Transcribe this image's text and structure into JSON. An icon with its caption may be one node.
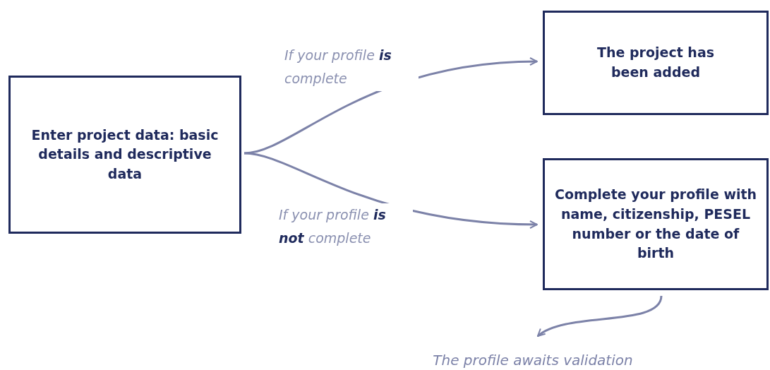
{
  "diagram": {
    "nodes": [
      {
        "text": [
          "Enter project data: basic details and descriptive data"
        ]
      },
      {
        "text": [
          "The project has been added"
        ]
      },
      {
        "text": [
          "Complete your profile with name, citizenship, PESEL number or the date of birth"
        ]
      },
      {
        "text": [
          "The profile awaits validation"
        ]
      }
    ],
    "edges": [
      {
        "from": 0,
        "to": 1,
        "arrow": "to",
        "label": "If your profile **is** complete"
      },
      {
        "from": 0,
        "to": 2,
        "arrow": "to",
        "label": "If your profile **is not** complete"
      },
      {
        "from": 2,
        "to": 3,
        "arrow": "to"
      }
    ]
  }
}
